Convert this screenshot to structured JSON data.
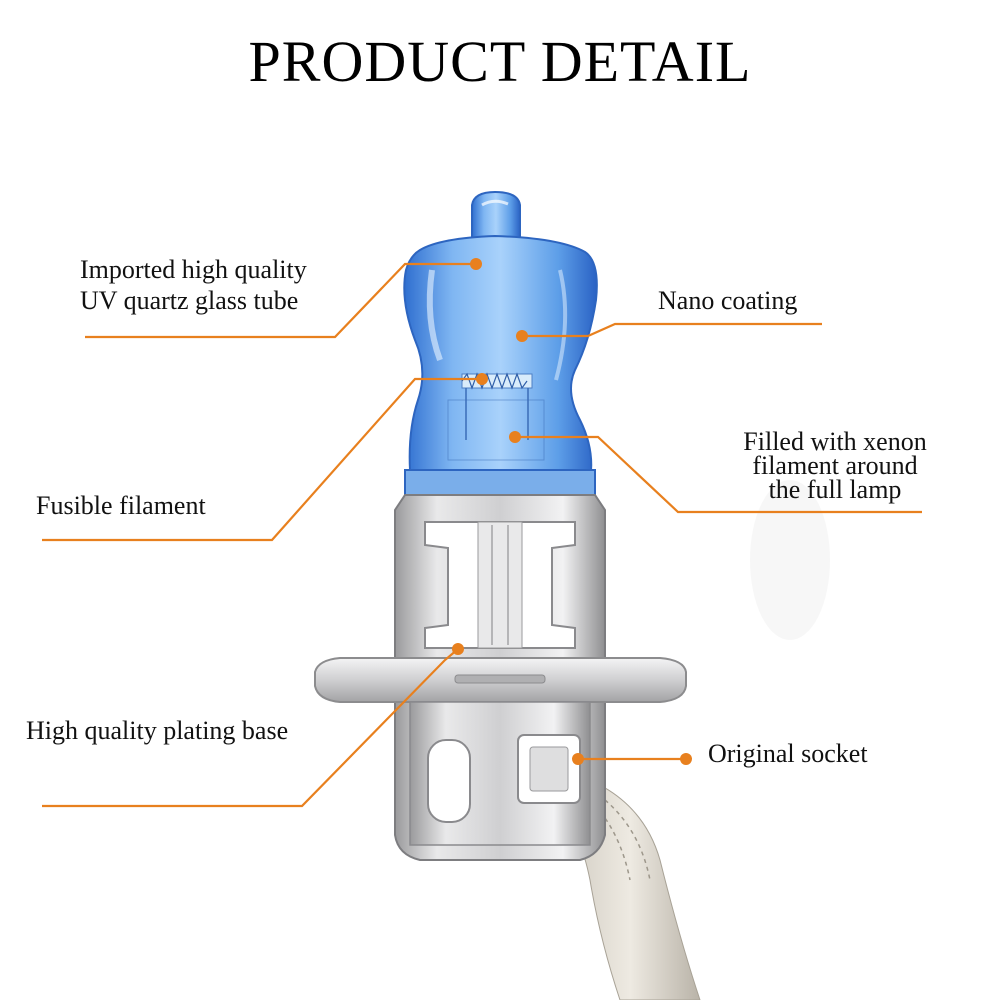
{
  "title": "PRODUCT DETAIL",
  "callouts": {
    "uv_glass": {
      "line1": "Imported high quality",
      "line2": "UV quartz glass tube"
    },
    "nano": "Nano coating",
    "xenon": {
      "line1": "Filled with xenon",
      "line2": "filament around",
      "line3": "the full lamp"
    },
    "fusible": "Fusible filament",
    "base": "High quality plating base",
    "socket": "Original socket"
  },
  "colors": {
    "callout_line": "#e8801e",
    "glass_blue": "#5f9fe6",
    "metal": "#c9c9cb"
  }
}
